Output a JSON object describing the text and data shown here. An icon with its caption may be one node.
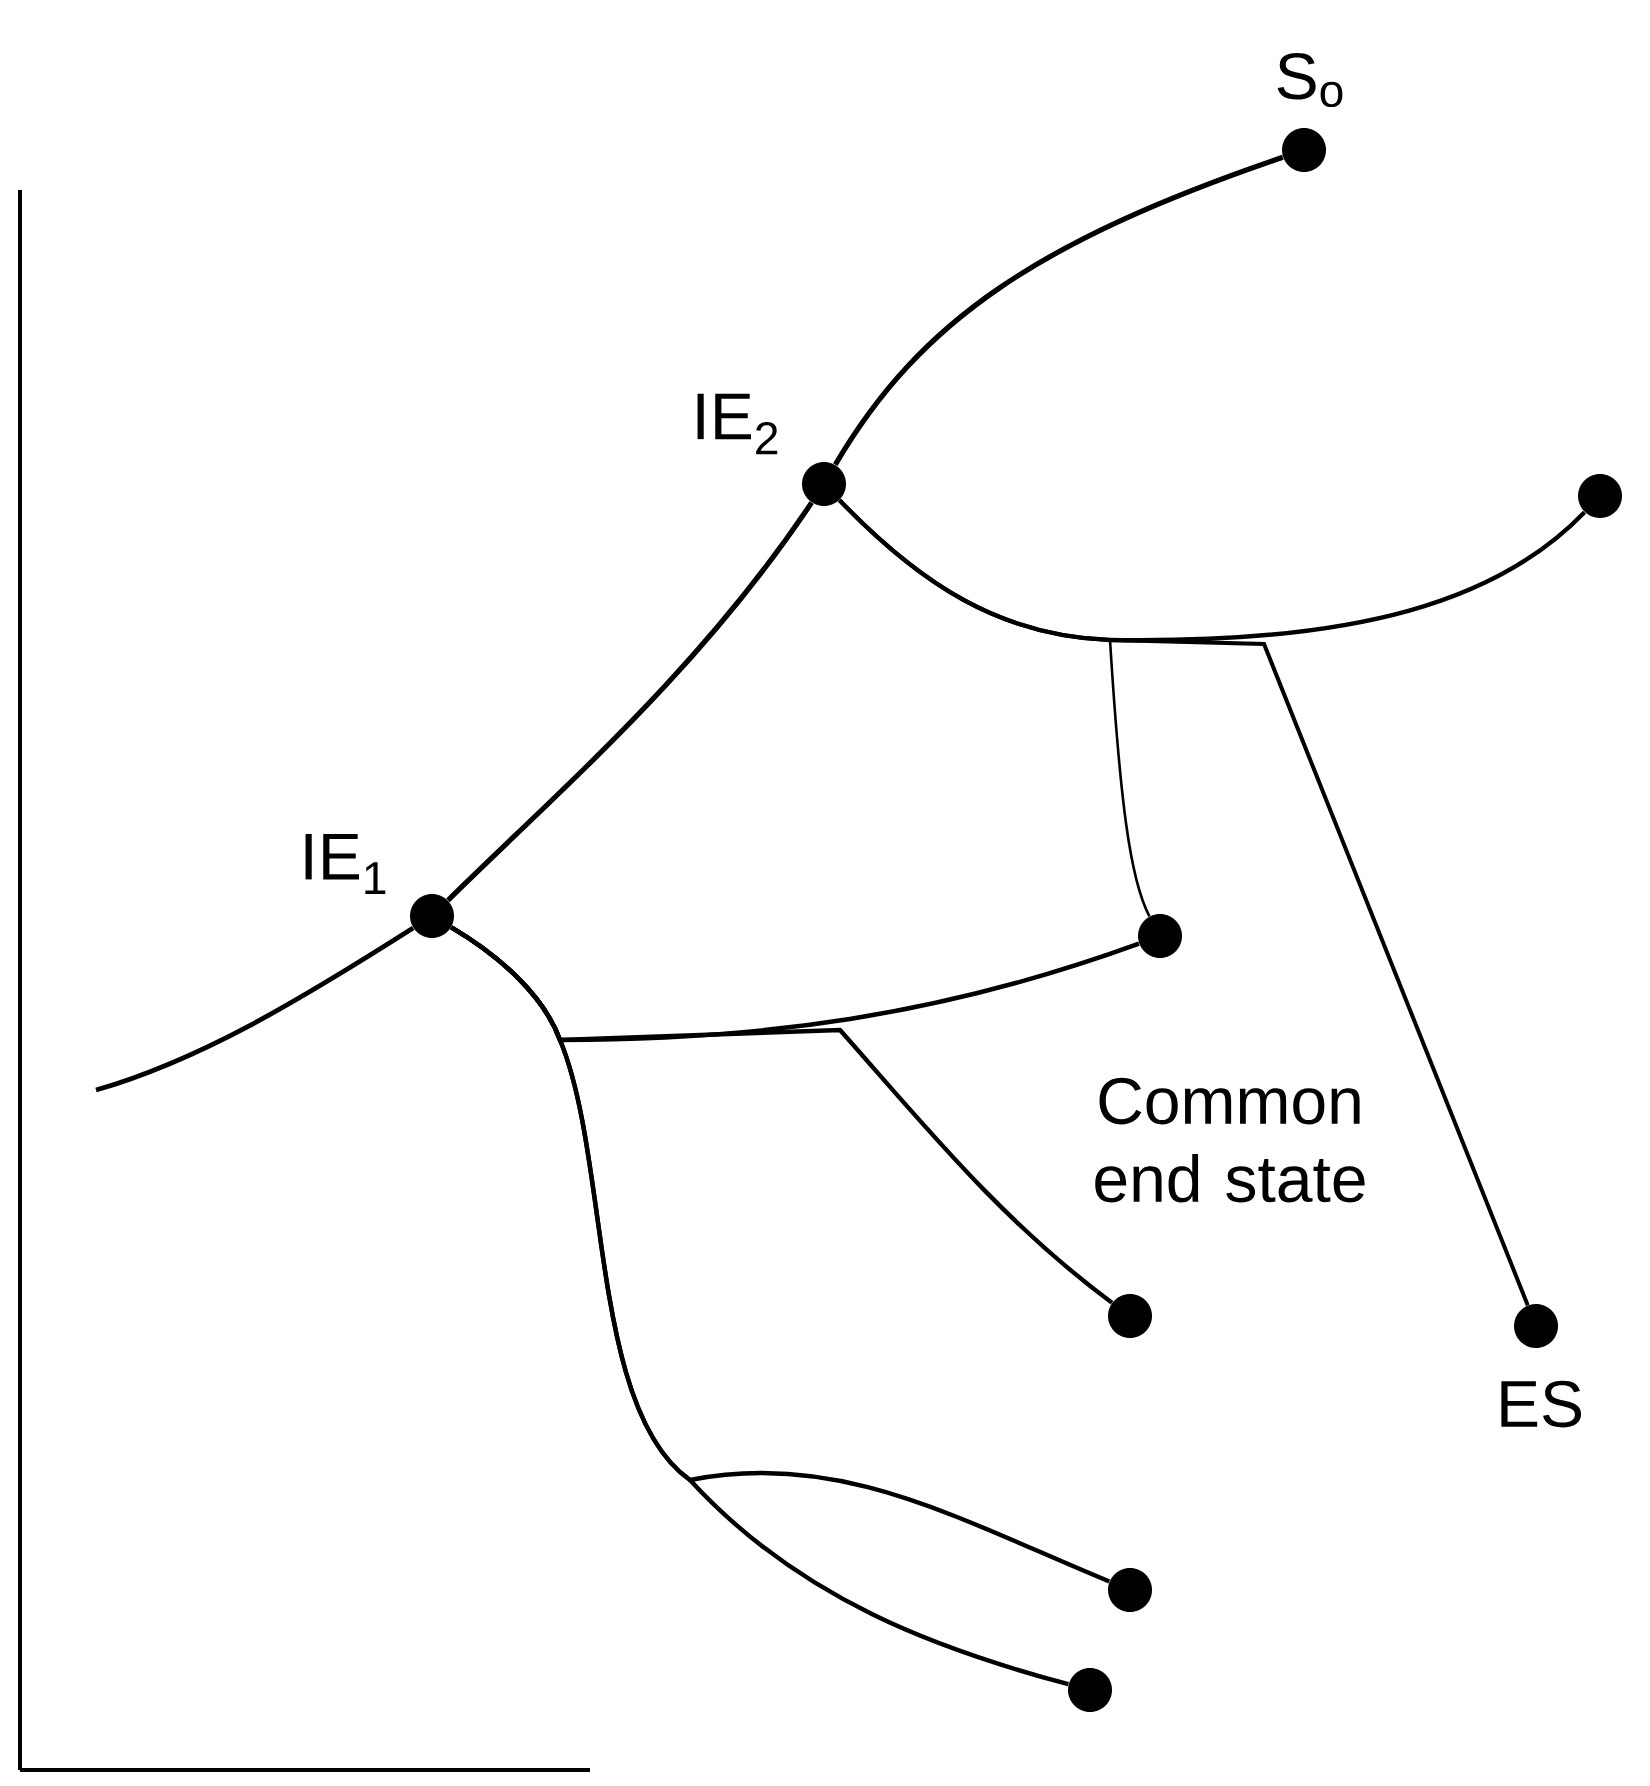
{
  "diagram": {
    "nodes": [
      {
        "text": [],
        "shape": "circle",
        "beside": [
          "S$_{o}$"
        ]
      },
      {
        "text": [],
        "shape": "circle",
        "beside": [
          "IE$_{2}$"
        ]
      },
      {
        "text": [],
        "shape": "circle"
      },
      {
        "text": [],
        "shape": "circle",
        "beside": [
          "IE$_{1}$"
        ]
      },
      {
        "text": [],
        "shape": "circle",
        "beside": [
          "Common end state"
        ]
      },
      {
        "text": [],
        "shape": "circle"
      },
      {
        "text": [],
        "shape": "circle",
        "beside": [
          "ES"
        ]
      },
      {
        "text": [],
        "shape": "circle"
      },
      {
        "text": [],
        "shape": "circle"
      }
    ],
    "edges": [
      {
        "from": 0,
        "to": 1,
        "arrow": "none"
      },
      {
        "from": 1,
        "to": 3,
        "arrow": "none"
      },
      {
        "from": 3,
        "to": null,
        "arrow": "none"
      },
      {
        "from": 1,
        "to": 2,
        "arrow": "none"
      },
      {
        "from": 1,
        "to": 4,
        "arrow": "none"
      },
      {
        "from": 1,
        "to": 6,
        "arrow": "none"
      },
      {
        "from": 3,
        "to": 4,
        "arrow": "none"
      },
      {
        "from": 3,
        "to": 5,
        "arrow": "none"
      },
      {
        "from": 3,
        "to": 7,
        "arrow": "none"
      },
      {
        "from": 3,
        "to": 8,
        "arrow": "none"
      }
    ]
  }
}
